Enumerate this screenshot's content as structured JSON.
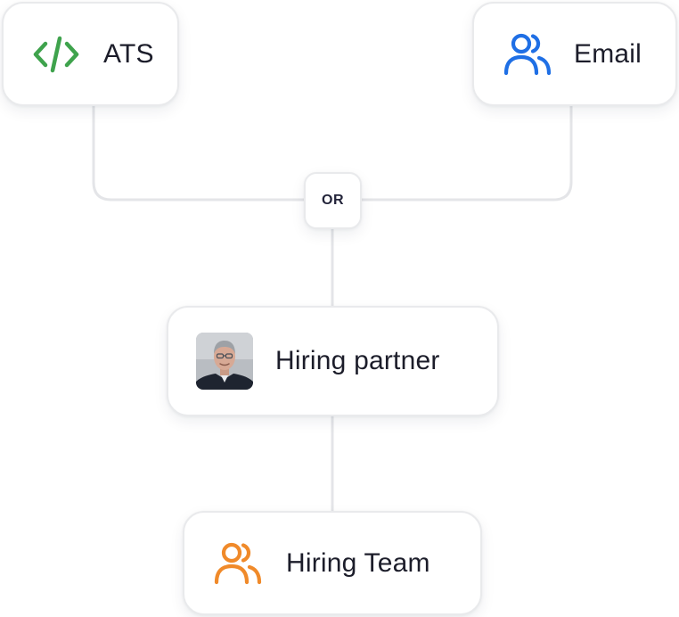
{
  "nodes": {
    "ats": {
      "label": "ATS",
      "icon": "code-icon",
      "color": "#3fa34d"
    },
    "email": {
      "label": "Email",
      "icon": "users-icon",
      "color": "#1f6fe5"
    },
    "or": {
      "label": "OR"
    },
    "partner": {
      "label": "Hiring partner",
      "avatar": "person-avatar"
    },
    "team": {
      "label": "Hiring Team",
      "icon": "users-icon",
      "color": "#f08a2a"
    }
  },
  "colors": {
    "connector": "#e4e5e8",
    "border": "#e9eaec",
    "text": "#1c1d2a"
  }
}
